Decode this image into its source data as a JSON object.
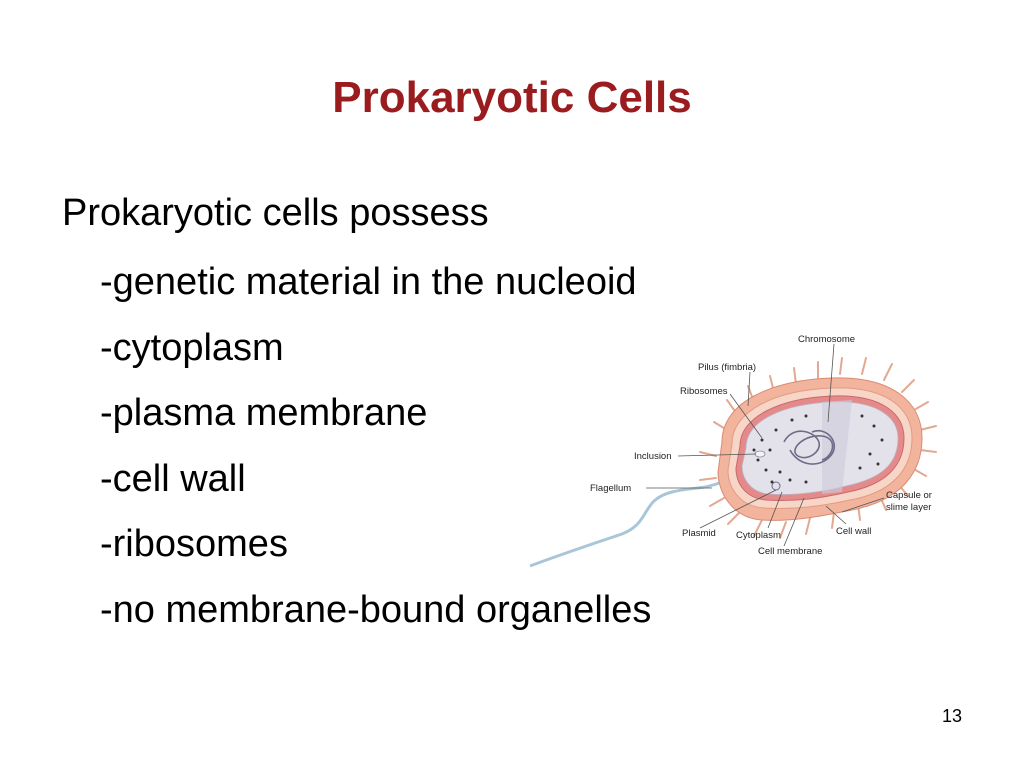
{
  "slide": {
    "title": "Prokaryotic Cells",
    "lead": "Prokaryotic cells possess",
    "bullets": [
      "-genetic material in the nucleoid",
      "-cytoplasm",
      "-plasma membrane",
      "-cell wall",
      "-ribosomes",
      "-no membrane-bound organelles"
    ],
    "page_number": "13"
  },
  "diagram": {
    "labels": {
      "chromosome": "Chromosome",
      "pilus": "Pilus (fimbria)",
      "ribosomes": "Ribosomes",
      "inclusion": "Inclusion",
      "flagellum": "Flagellum",
      "plasmid": "Plasmid",
      "cytoplasm": "Cytoplasm",
      "cell_membrane": "Cell membrane",
      "cell_wall": "Cell wall",
      "capsule_line1": "Capsule or",
      "capsule_line2": "slime layer"
    },
    "colors": {
      "capsule": "#f2b49c",
      "cell_wall": "#f7d6c8",
      "membrane": "#e58a8a",
      "cytoplasm": "#e3e1ea",
      "chromosome": "#6f6a86",
      "flagellum": "#a9c6d8"
    }
  }
}
